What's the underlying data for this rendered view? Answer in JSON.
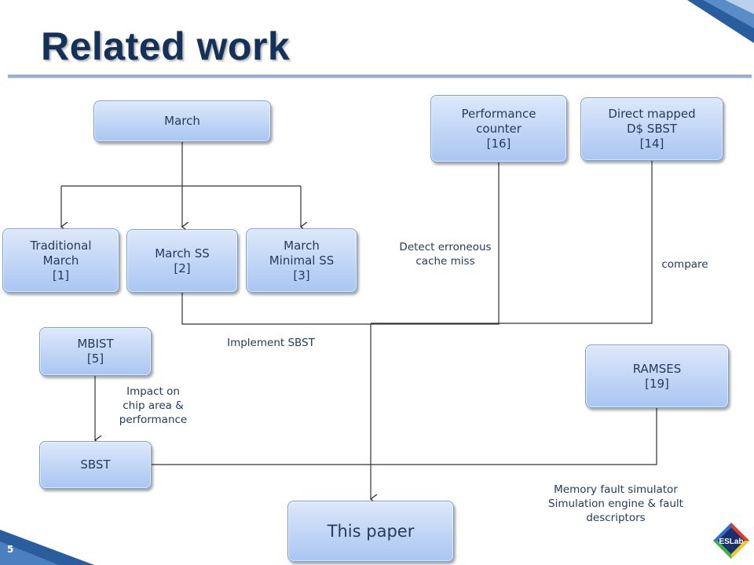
{
  "title": "Related work",
  "page_number": "5",
  "logo": {
    "text": "ESLab",
    "icon": "eslab-logo-icon"
  },
  "boxes": {
    "march": {
      "lines": [
        "March"
      ]
    },
    "traditional": {
      "lines": [
        "Traditional",
        "March",
        "[1]"
      ]
    },
    "march_ss": {
      "lines": [
        "March SS",
        "[2]"
      ]
    },
    "march_minimal": {
      "lines": [
        "March",
        "Minimal SS",
        "[3]"
      ]
    },
    "perf_counter": {
      "lines": [
        "Performance",
        "counter",
        "[16]"
      ]
    },
    "direct_mapped": {
      "lines": [
        "Direct mapped",
        "D$ SBST",
        "[14]"
      ]
    },
    "mbist": {
      "lines": [
        "MBIST",
        "[5]"
      ]
    },
    "sbst": {
      "lines": [
        "SBST"
      ]
    },
    "ramses": {
      "lines": [
        "RAMSES",
        "[19]"
      ]
    },
    "this_paper": {
      "lines": [
        "This paper"
      ]
    }
  },
  "labels": {
    "detect": [
      "Detect erroneous",
      "cache miss"
    ],
    "compare": [
      "compare"
    ],
    "implement": [
      "Implement SBST"
    ],
    "impact": [
      "Impact on",
      "chip area &",
      "performance"
    ],
    "memory": [
      "Memory fault simulator",
      "Simulation engine & fault",
      "descriptors"
    ]
  }
}
